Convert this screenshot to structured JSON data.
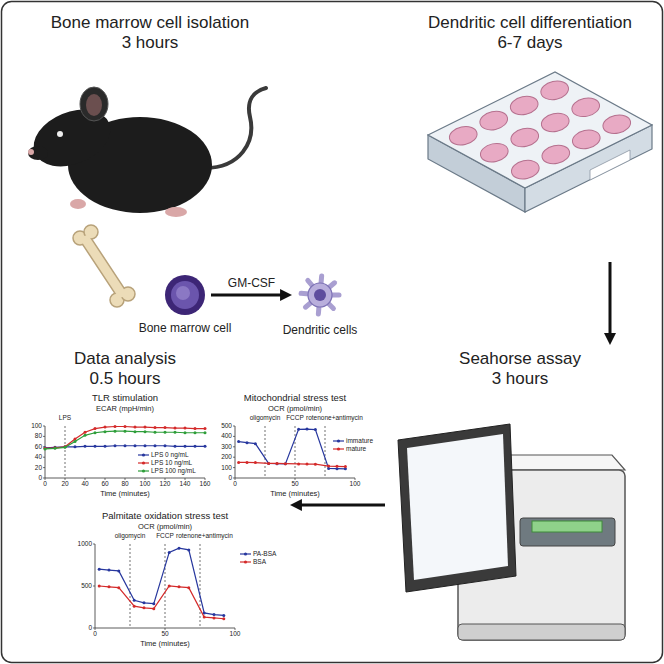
{
  "diagram": {
    "nodes": [
      {
        "text": [
          "Bone marrow cell isolation",
          "3 hours"
        ]
      },
      {
        "text": [
          "Bone marrow cell"
        ],
        "in": 0
      },
      {
        "text": [
          "Dendritic cells"
        ]
      },
      {
        "text": [
          "Dendritic cell differentiation",
          "6-7 days"
        ]
      },
      {
        "text": [
          "Seahorse assay",
          "3 hours"
        ]
      },
      {
        "text": [
          "Data analysis",
          "0.5 hours"
        ]
      }
    ],
    "edges": [
      {
        "from": 1,
        "to": 2,
        "arrow": "to",
        "label": "GM-CSF"
      },
      {
        "from": 3,
        "to": 4,
        "arrow": "to"
      },
      {
        "from": 4,
        "to": 5,
        "arrow": "to"
      }
    ],
    "labels": [
      "TLR stimulation",
      "ECAR (mpH/min)",
      "LPS",
      "0",
      "20",
      "40",
      "60",
      "80",
      "100",
      "0",
      "20",
      "40",
      "60",
      "80",
      "100",
      "120",
      "140",
      "160",
      "Time (minutes)",
      "Mitochondrial stress test",
      "OCR (pmol/min)",
      "oligomycin",
      "FCCP",
      "rotenone+antimycin",
      "0",
      "100",
      "200",
      "300",
      "400",
      "500",
      "0",
      "50",
      "100",
      "Time (minutes)",
      "Palmitate oxidation stress test",
      "OCR (pmol/min)",
      "oligomycin",
      "FCCP",
      "rotenone+antimycin",
      "0",
      "500",
      "1000",
      "0",
      "50",
      "100",
      "Time (minutes)"
    ],
    "legend": [
      {
        "text": "LPS 0 ng/mL"
      },
      {
        "text": "LPS 10 ng/mL"
      },
      {
        "text": "LPS 100 ng/mL"
      },
      {
        "text": "immature"
      },
      {
        "text": "mature"
      },
      {
        "text": "PA-BSA"
      },
      {
        "text": "BSA"
      }
    ]
  }
}
